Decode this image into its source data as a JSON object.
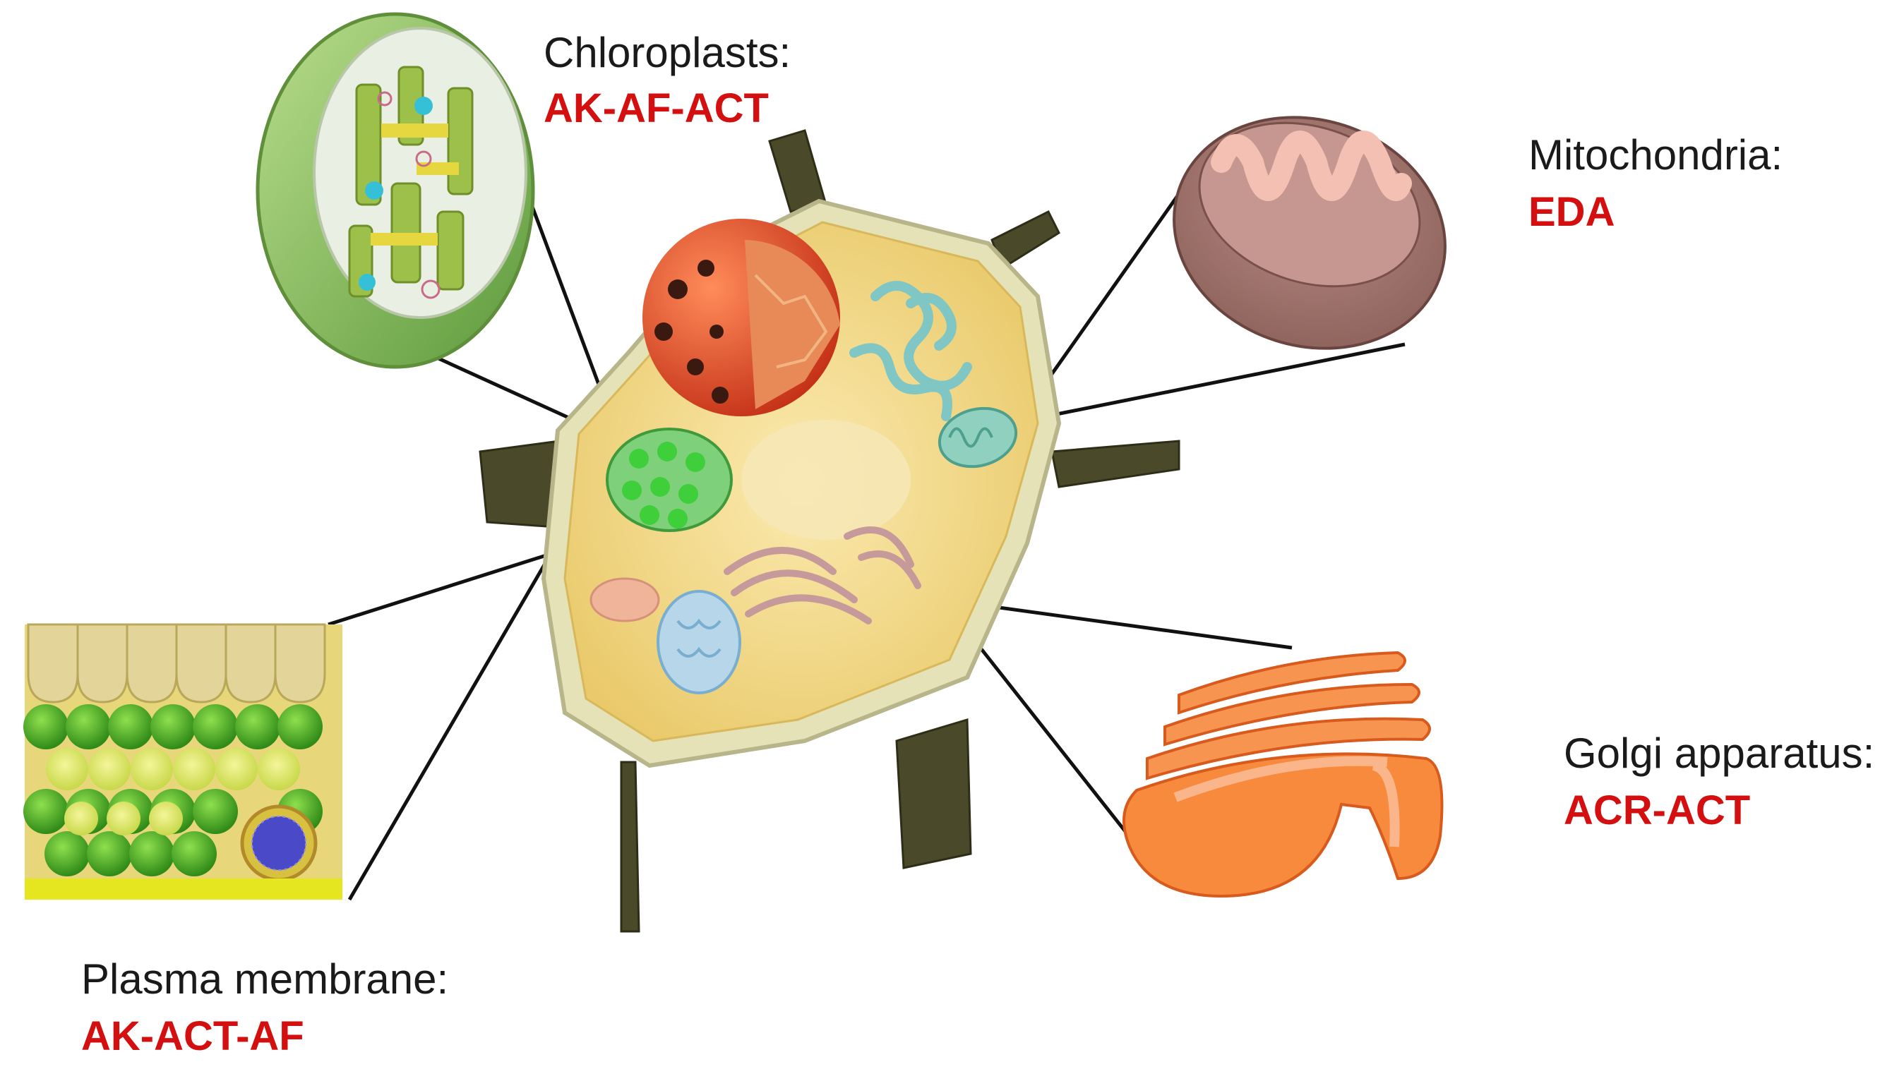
{
  "labels": {
    "chloroplasts": {
      "name": "Chloroplasts:",
      "code": "AK-AF-ACT"
    },
    "mitochondria": {
      "name": "Mitochondria:",
      "code": "EDA"
    },
    "golgi": {
      "name": "Golgi apparatus:",
      "code": "ACR-ACT"
    },
    "plasma_membrane": {
      "name": "Plasma membrane:",
      "code": "AK-ACT-AF"
    }
  },
  "colors": {
    "label_text": "#1a1a1a",
    "code_text": "#d40f0f",
    "cell_wall": "#e4e2b6",
    "cytoplasm": "#f0d98a",
    "nucleus": "#e2502a",
    "chloroplast": "#7fd07a",
    "mitochondrion": "#a37a72",
    "golgi": "#f7813f",
    "leader_line": "#111111"
  }
}
